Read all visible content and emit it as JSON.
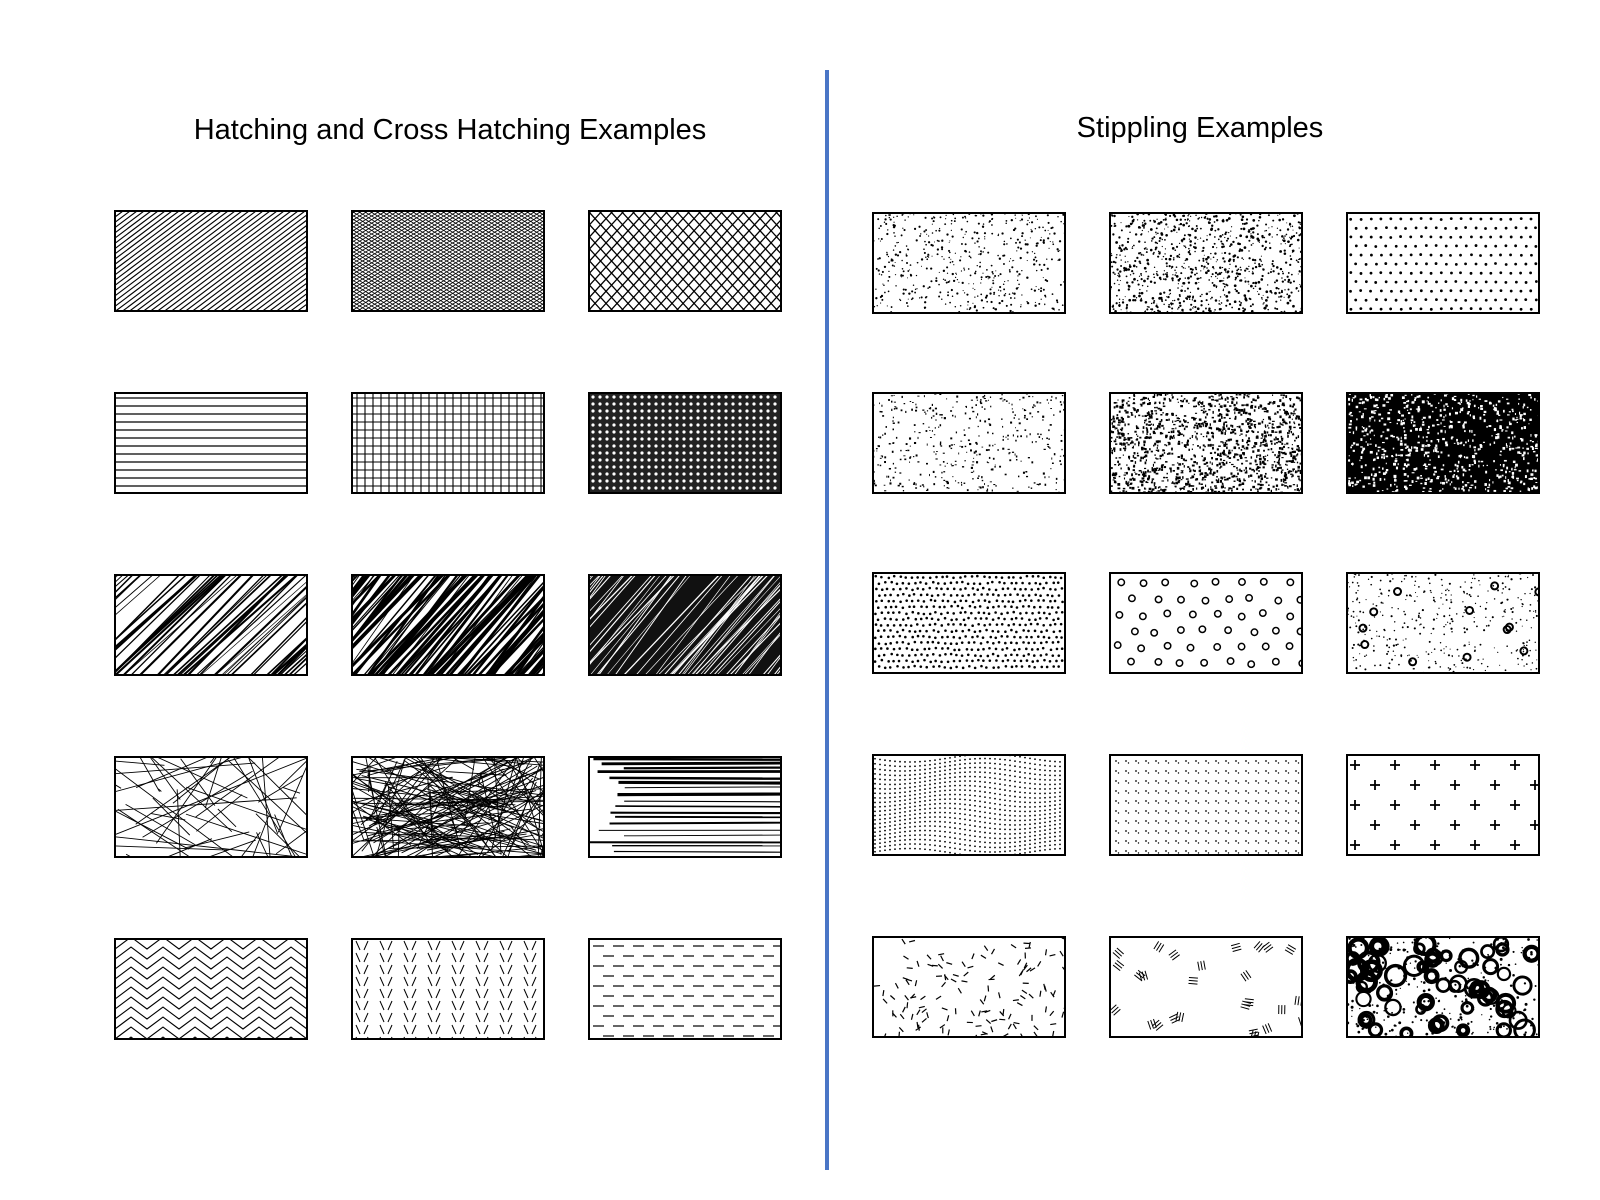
{
  "sections": {
    "hatching": {
      "title": "Hatching and Cross Hatching Examples",
      "patterns": [
        "diagonal-lines",
        "fine-crosshatch",
        "diagonal-crosshatch",
        "horizontal-lines",
        "grid",
        "dense-crosshatch",
        "sketchy-diagonal",
        "dense-diagonal-strokes",
        "very-dense-diagonal",
        "random-crosshatch",
        "dense-random-crosshatch",
        "horizontal-streaks",
        "chevron",
        "herringbone-dashes",
        "horizontal-dashes"
      ]
    },
    "stippling": {
      "title": "Stippling Examples",
      "patterns": [
        "random-fine-dots",
        "dense-random-dots",
        "regular-dots",
        "sparse-specks",
        "dense-specks",
        "heavy-specks",
        "packed-dots",
        "circles",
        "dots-and-rings",
        "wavy-dot-grid",
        "regular-dot-grid",
        "plus-signs",
        "random-dashes",
        "dash-clusters",
        "blotches"
      ]
    }
  },
  "colors": {
    "divider": "#4a76c6",
    "ink": "#000000"
  }
}
